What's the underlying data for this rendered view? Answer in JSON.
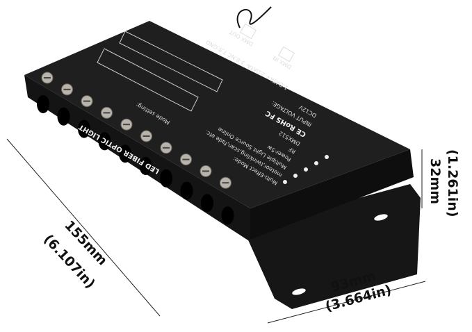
{
  "product": {
    "top_text": {
      "front_label": "LED FIBER OPTIC LIGHT",
      "mode_setting": "Mode setting:",
      "multi_effect": "Multi-Effect Mode:",
      "effects": "meteor,twinkling,scan,fade etc.",
      "light_source": "Multiple Light Source Online",
      "power": "Power-5w",
      "rf": "RF",
      "dmx512": "DMX512",
      "certs": "CE RoHS FC",
      "input_voltage": "INPUT VOLTAGE:",
      "voltage": "DC12V",
      "dmx_in": "DMX IN",
      "dmx_out": "DMX OUT",
      "pinout": "1:DATA+  2:DATA-  3-8:NC  7,8:GND"
    }
  },
  "dimensions": {
    "length_mm": "155mm",
    "length_in": "(6.107in)",
    "width_mm": "93mm",
    "width_in": "(3.664in)",
    "height_mm": "32mm",
    "height_in": "(1.261in)"
  },
  "colors": {
    "body": "#1c1c1c",
    "edge": "#0a0a0a",
    "text": "#111111"
  }
}
